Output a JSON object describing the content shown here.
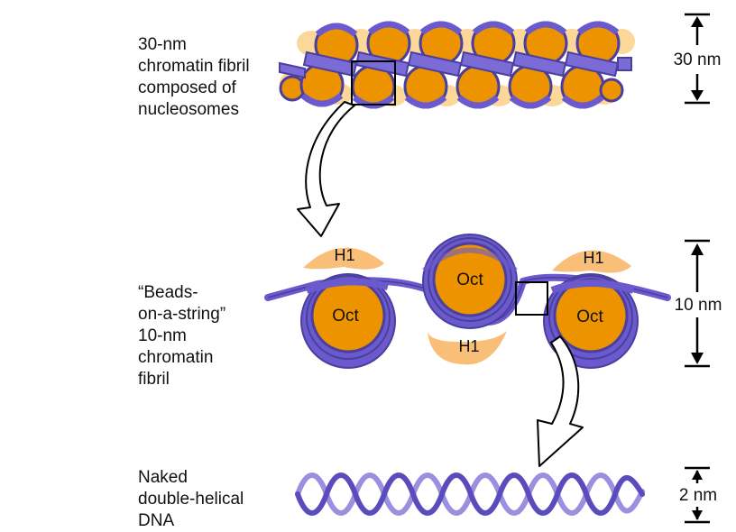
{
  "labels": {
    "fibril30": [
      "30-nm",
      "chromatin fibril",
      "composed of",
      "nucleosomes"
    ],
    "beads": [
      "“Beads-",
      "on-a-string”",
      "10-nm",
      "chromatin",
      "fibril"
    ],
    "dna": [
      "Naked",
      "double-helical",
      "DNA"
    ]
  },
  "histone_labels": {
    "oct": "Oct",
    "h1": "H1"
  },
  "scales": {
    "nm30": "30 nm",
    "nm10": "10 nm",
    "nm2": "2 nm"
  },
  "colors": {
    "dna_purple": "#6a5acd",
    "dna_dark": "#4b3f9e",
    "dna_light": "#9d8fe0",
    "histone_orange": "#ee9300",
    "h1_peach": "#f9bf78",
    "background_peach": "#fcd79a"
  }
}
